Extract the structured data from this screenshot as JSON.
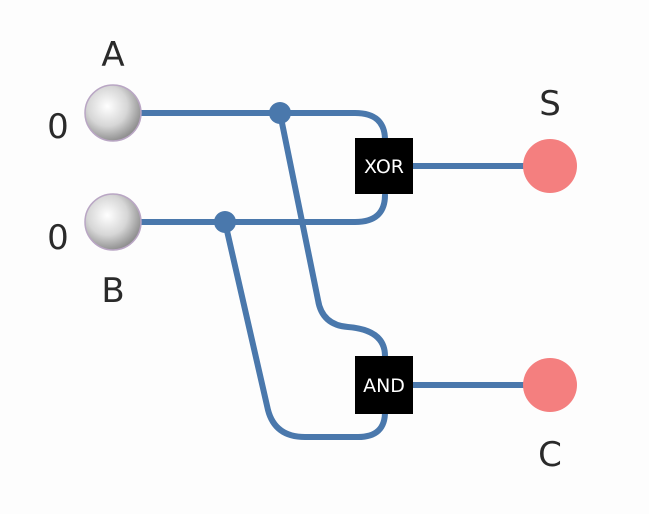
{
  "inputs": {
    "a": {
      "name": "A",
      "value": "0"
    },
    "b": {
      "name": "B",
      "value": "0"
    }
  },
  "gates": {
    "xor": "XOR",
    "and": "AND"
  },
  "outputs": {
    "sum": "S",
    "carry": "C"
  },
  "colors": {
    "wire": "#4a78ac",
    "output_lamp": "#f47f7f",
    "gate": "#000000",
    "switch": "#d8d8d8"
  }
}
